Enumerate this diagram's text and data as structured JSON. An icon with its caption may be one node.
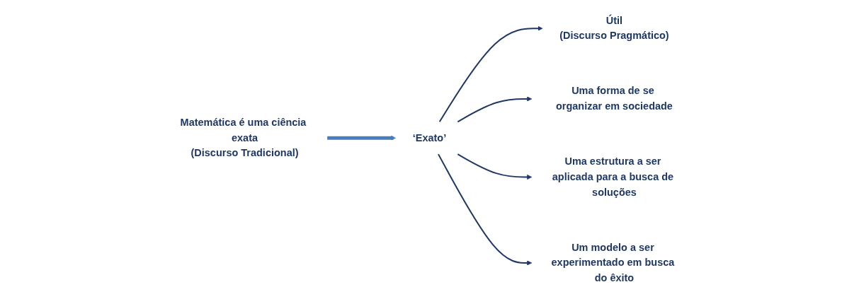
{
  "diagram": {
    "nodes": [
      {
        "text": [
          "Matemática é uma ciência exata",
          "(Discurso Tradicional)"
        ]
      },
      {
        "text": [
          "‘Exato’"
        ]
      },
      {
        "text": [
          "Útil",
          "(Discurso Pragmático)"
        ]
      },
      {
        "text": [
          "Uma forma de se organizar em sociedade"
        ]
      },
      {
        "text": [
          "Uma estrutura a ser aplicada para a busca de soluções"
        ]
      },
      {
        "text": [
          "Um modelo a ser experimentado em busca do êxito"
        ]
      }
    ],
    "edges": [
      {
        "from": 0,
        "to": 1,
        "arrow": "to",
        "style": "thick",
        "color": "#4a7ebb"
      },
      {
        "from": 1,
        "to": 2,
        "arrow": "to"
      },
      {
        "from": 1,
        "to": 3,
        "arrow": "to"
      },
      {
        "from": 1,
        "to": 4,
        "arrow": "to"
      },
      {
        "from": 1,
        "to": 5,
        "arrow": "to"
      }
    ]
  }
}
